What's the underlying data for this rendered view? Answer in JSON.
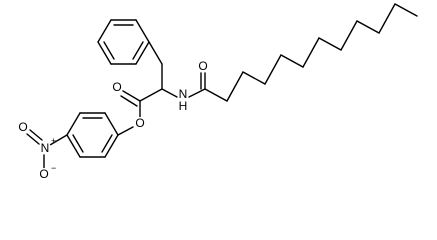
{
  "molecule": {
    "atoms": {
      "carbonyl_o_ester": "O",
      "ester_o": "O",
      "amide_n": "N",
      "amide_h": "H",
      "amide_o": "O",
      "nitro_n": "N",
      "nitro_n_charge": "+",
      "nitro_o_top": "O",
      "nitro_o_bottom": "O",
      "nitro_o_bottom_charge": "−"
    }
  }
}
